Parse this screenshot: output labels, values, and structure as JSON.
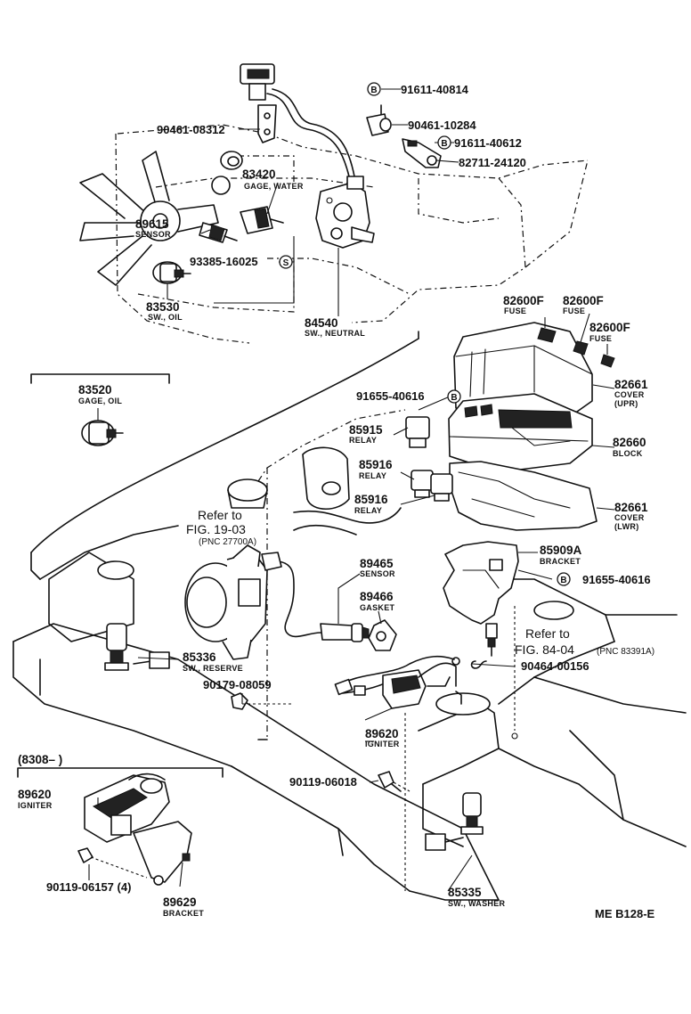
{
  "diagram_code": "ME  B128-E",
  "serial_range": "(8308–      )",
  "parts": {
    "p90461_08312": {
      "number": "90461-08312"
    },
    "p91611_40814": {
      "number": "91611-40814",
      "badge": "B"
    },
    "p90461_10284": {
      "number": "90461-10284"
    },
    "p91611_40612": {
      "number": "91611-40612",
      "badge": "B"
    },
    "p82711_24120": {
      "number": "82711-24120"
    },
    "p83420": {
      "number": "83420",
      "caption": "GAGE, WATER"
    },
    "p89615": {
      "number": "89615",
      "caption": "SENSOR"
    },
    "p93385_16025": {
      "number": "93385-16025",
      "badge": "S"
    },
    "p83530": {
      "number": "83530",
      "caption": "SW., OIL"
    },
    "p84540": {
      "number": "84540",
      "caption": "SW., NEUTRAL"
    },
    "p83520": {
      "number": "83520",
      "caption": "GAGE, OIL"
    },
    "p82600f_a": {
      "number": "82600F",
      "caption": "FUSE"
    },
    "p82600f_b": {
      "number": "82600F",
      "caption": "FUSE"
    },
    "p82600f_c": {
      "number": "82600F",
      "caption": "FUSE"
    },
    "p82661_upr": {
      "number": "82661",
      "caption": "COVER",
      "caption2": "(UPR)"
    },
    "p91655_40616_a": {
      "number": "91655-40616",
      "badge": "B"
    },
    "p85915": {
      "number": "85915",
      "caption": "RELAY"
    },
    "p82660": {
      "number": "82660",
      "caption": "BLOCK"
    },
    "p85916_a": {
      "number": "85916",
      "caption": "RELAY"
    },
    "p85916_b": {
      "number": "85916",
      "caption": "RELAY"
    },
    "p82661_lwr": {
      "number": "82661",
      "caption": "COVER",
      "caption2": "(LWR)"
    },
    "p89465": {
      "number": "89465",
      "caption": "SENSOR"
    },
    "p89466": {
      "number": "89466",
      "caption": "GASKET"
    },
    "p85909a": {
      "number": "85909A",
      "caption": "BRACKET"
    },
    "p91655_40616_b": {
      "number": "91655-40616",
      "badge": "B"
    },
    "p85336": {
      "number": "85336",
      "caption": "SW., RESERVE"
    },
    "p90179_08059": {
      "number": "90179-08059"
    },
    "p90464_00156": {
      "number": "90464-00156"
    },
    "p89620_main": {
      "number": "89620",
      "caption": "IGNITER"
    },
    "p90119_06018": {
      "number": "90119-06018"
    },
    "p89620_inset": {
      "number": "89620",
      "caption": "IGNITER"
    },
    "p90119_06157": {
      "number": "90119-06157 (4)"
    },
    "p89629": {
      "number": "89629",
      "caption": "BRACKET"
    },
    "p85335": {
      "number": "85335",
      "caption": "SW., WASHER"
    }
  },
  "refs": {
    "ref_fig19": {
      "line1": "Refer to",
      "line2": "FIG. 19-03",
      "line3": "(PNC 27700A)"
    },
    "ref_fig84": {
      "line1": "Refer to",
      "line2": "FIG. 84-04",
      "pnc": "(PNC 83391A)"
    }
  }
}
